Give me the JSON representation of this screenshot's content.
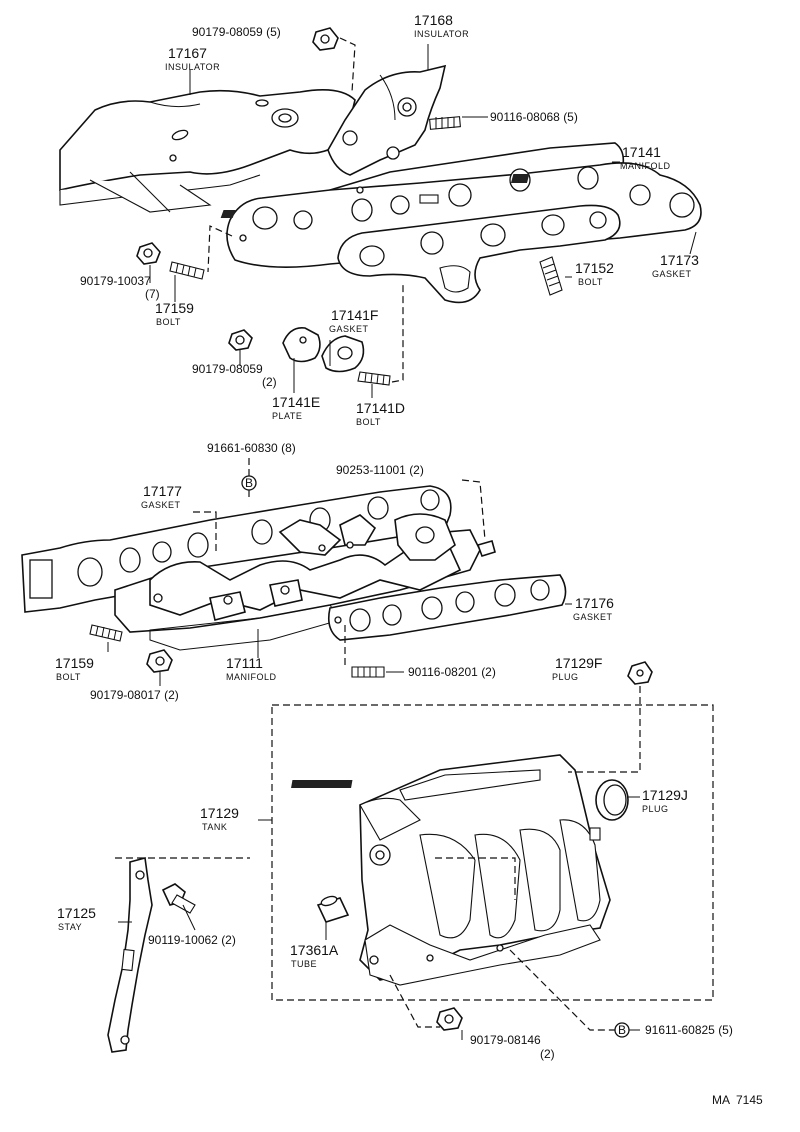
{
  "footer_code": "MA  7145",
  "callouts": {
    "n90179_08059_top": {
      "num": "90179-08059",
      "qty": "(5)"
    },
    "p17168": {
      "num": "17168",
      "name": "INSULATOR"
    },
    "p17167": {
      "num": "17167",
      "name": "INSULATOR"
    },
    "n90116_08068": {
      "num": "90116-08068",
      "qty": "(5)"
    },
    "p17141": {
      "num": "17141",
      "name": "MANIFOLD"
    },
    "p17173": {
      "num": "17173",
      "name": "GASKET"
    },
    "n90179_10037": {
      "num": "90179-10037",
      "qty": "(7)"
    },
    "p17159_top": {
      "num": "17159",
      "name": "BOLT"
    },
    "p17152": {
      "num": "17152",
      "name": "BOLT"
    },
    "p17141F": {
      "num": "17141F",
      "name": "GASKET"
    },
    "n90179_08059_mid": {
      "num": "90179-08059",
      "qty": "(2)"
    },
    "p17141E": {
      "num": "17141E",
      "name": "PLATE"
    },
    "p17141D": {
      "num": "17141D",
      "name": "BOLT"
    },
    "n91661_60830": {
      "num": "91661-60830",
      "qty": "(8)"
    },
    "n90253_11001": {
      "num": "90253-11001",
      "qty": "(2)"
    },
    "p17177": {
      "num": "17177",
      "name": "GASKET"
    },
    "p17176": {
      "num": "17176",
      "name": "GASKET"
    },
    "p17159_bot": {
      "num": "17159",
      "name": "BOLT"
    },
    "p17111": {
      "num": "17111",
      "name": "MANIFOLD"
    },
    "n90116_08201": {
      "num": "90116-08201",
      "qty": "(2)"
    },
    "n90179_08017": {
      "num": "90179-08017",
      "qty": "(2)"
    },
    "p17129F": {
      "num": "17129F",
      "name": "PLUG"
    },
    "p17129": {
      "num": "17129",
      "name": "TANK"
    },
    "p17129J": {
      "num": "17129J",
      "name": "PLUG"
    },
    "p17125": {
      "num": "17125",
      "name": "STAY"
    },
    "n90119_10062": {
      "num": "90119-10062",
      "qty": "(2)"
    },
    "p17361A": {
      "num": "17361A",
      "name": "TUBE"
    },
    "n90179_08146": {
      "num": "90179-08146",
      "qty": "(2)"
    },
    "n91611_60825": {
      "num": "91611-60825",
      "qty": "(5)"
    }
  },
  "markers": {
    "b_top": "B",
    "b_bottom": "B"
  }
}
